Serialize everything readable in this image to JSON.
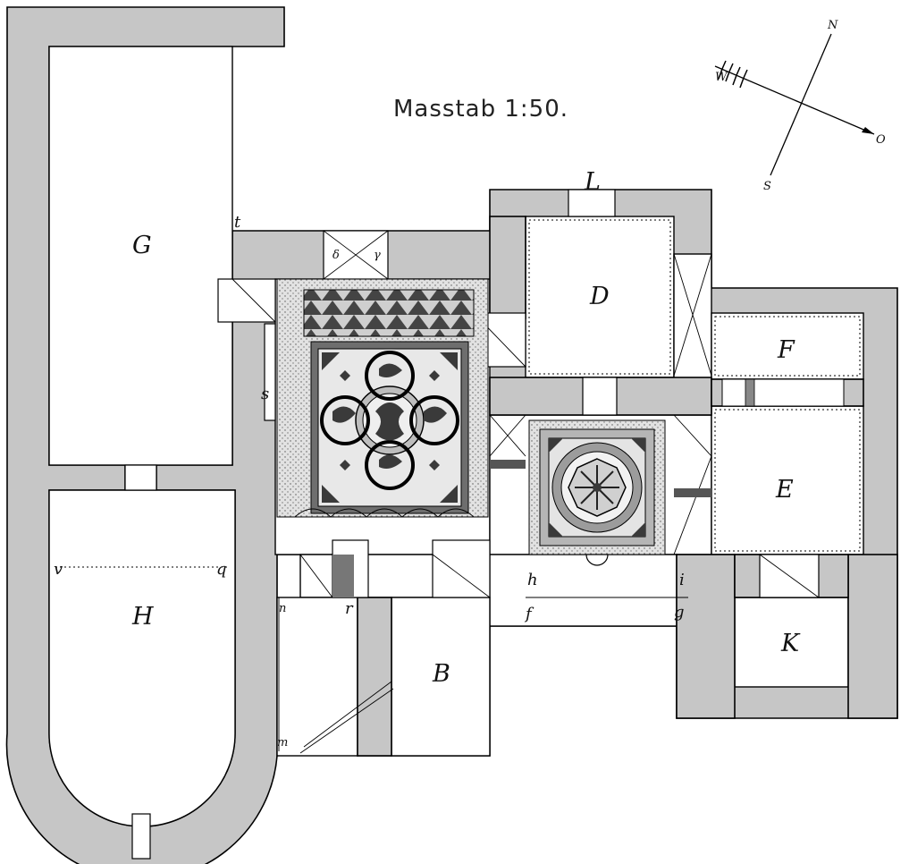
{
  "scale": {
    "text": "Masstab 1:50."
  },
  "compass": {
    "north": "N",
    "south": "S",
    "east": "O",
    "west": "W"
  },
  "rooms": {
    "G": "G",
    "H": "H",
    "D": "D",
    "F": "F",
    "E": "E",
    "B": "B",
    "K": "K",
    "L": "L"
  },
  "points": {
    "t": "t",
    "s": "s",
    "v": "v",
    "q": "q",
    "r": "r",
    "n": "n",
    "m": "m",
    "h": "h",
    "i": "i",
    "f": "f",
    "g": "g",
    "delta": "δ",
    "gamma": "γ"
  },
  "colors": {
    "wall": "#c6c6c6",
    "background": "#ffffff",
    "ink": "#000000"
  }
}
